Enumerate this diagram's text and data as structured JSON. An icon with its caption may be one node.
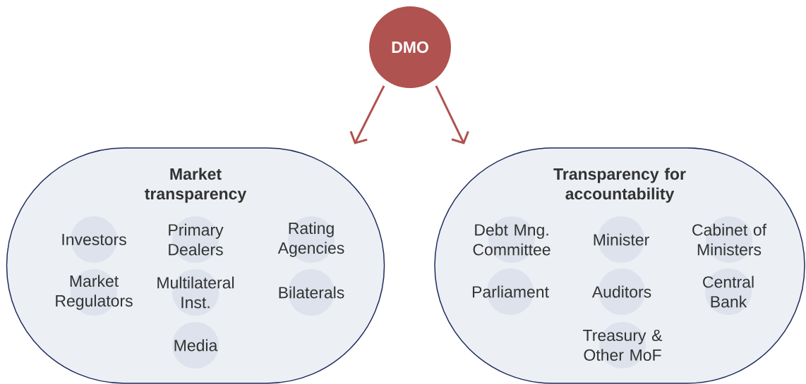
{
  "diagram": {
    "nodes": [
      {
        "text": [
          "DMO"
        ]
      },
      {
        "text": [
          "Market transparency"
        ]
      },
      {
        "text": [
          "Investors"
        ],
        "in": 1
      },
      {
        "text": [
          "Primary Dealers"
        ],
        "in": 1
      },
      {
        "text": [
          "Rating Agencies"
        ],
        "in": 1
      },
      {
        "text": [
          "Market Regulators"
        ],
        "in": 1
      },
      {
        "text": [
          "Multilateral Inst."
        ],
        "in": 1
      },
      {
        "text": [
          "Bilaterals"
        ],
        "in": 1
      },
      {
        "text": [
          "Media"
        ],
        "in": 1
      },
      {
        "text": [
          "Transparency for accountability"
        ]
      },
      {
        "text": [
          "Debt Mng. Committee"
        ],
        "in": 9
      },
      {
        "text": [
          "Minister"
        ],
        "in": 9
      },
      {
        "text": [
          "Cabinet of Ministers"
        ],
        "in": 9
      },
      {
        "text": [
          "Parliament"
        ],
        "in": 9
      },
      {
        "text": [
          "Auditors"
        ],
        "in": 9
      },
      {
        "text": [
          "Central Bank"
        ],
        "in": 9
      },
      {
        "text": [
          "Treasury & Other MoF"
        ],
        "in": 9
      }
    ],
    "edges": [
      {
        "from": 0,
        "to": 1,
        "arrow": "to"
      },
      {
        "from": 0,
        "to": 9,
        "arrow": "to"
      }
    ]
  }
}
